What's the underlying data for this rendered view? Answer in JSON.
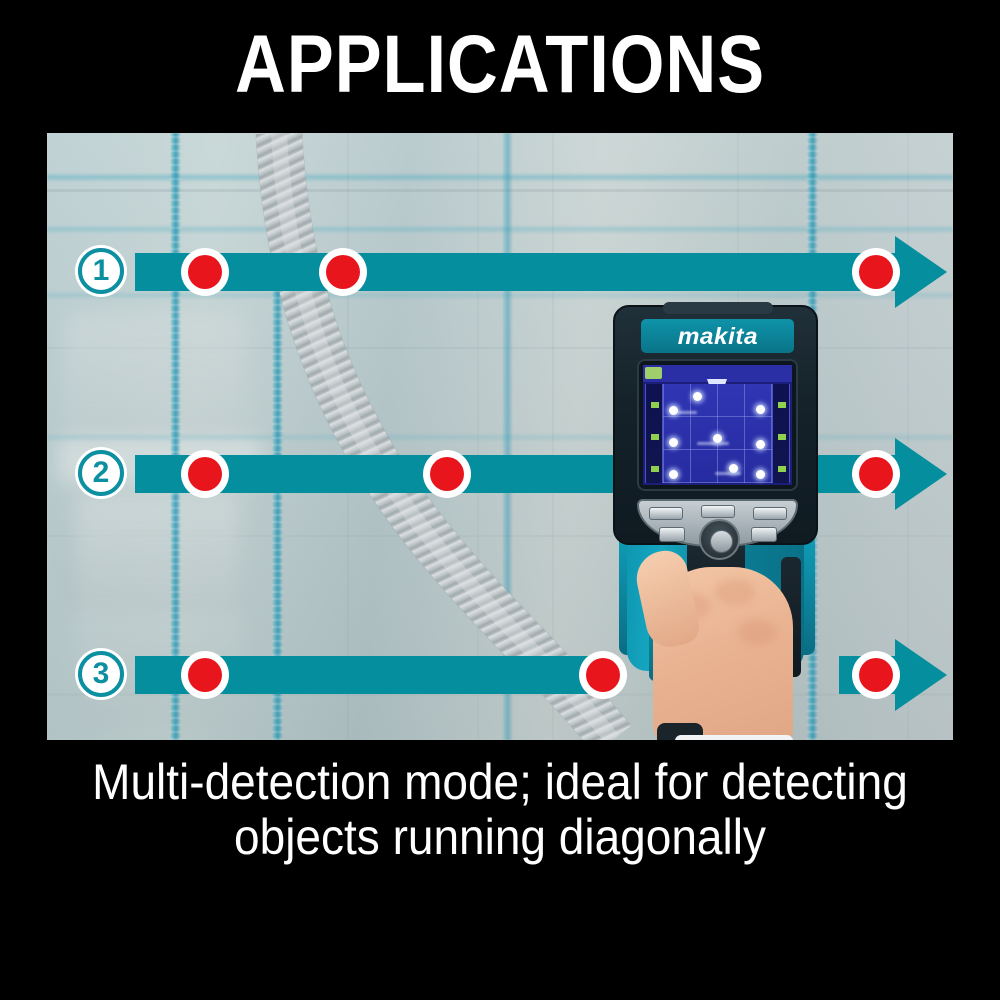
{
  "page": {
    "background_color": "#000000",
    "title": "APPLICATIONS",
    "title_color": "#ffffff"
  },
  "caption": {
    "line1": "Multi-detection mode; ideal for detecting",
    "line2": "objects running diagonally",
    "color": "#ffffff"
  },
  "colors": {
    "teal_accent": "#058e9e",
    "badge_ring": "#0b8fa1",
    "marker_red": "#e8151d",
    "marker_ring": "#ffffff",
    "wall_base": "#bccdd0",
    "rebar_blue": "#2da5c0",
    "lcd_blue": "#2b2fa6",
    "device_teal": "#0d93ad",
    "device_dark": "#15222a"
  },
  "photo": {
    "scene_description": "Concrete wall with rebar, diagonal conduit and a handheld wall scanner",
    "scan_rows": [
      {
        "badge": "1",
        "bar_label": "scan-row-1",
        "markers": 3,
        "has_arrowhead": true
      },
      {
        "badge": "2",
        "bar_label": "scan-row-2",
        "markers": 3,
        "has_arrowhead": true
      },
      {
        "badge": "3",
        "bar_label": "scan-row-3",
        "markers": 3,
        "has_arrowhead": true
      }
    ]
  },
  "device": {
    "brand": "makita",
    "type": "wall-scanner",
    "screen": {
      "mode_indicator": "multi",
      "detections": 9,
      "grid_columns": 4,
      "grid_rows": 3
    },
    "buttons": {
      "top": [
        "button-left",
        "button-center",
        "button-right"
      ],
      "dpad": [
        "up",
        "down",
        "left",
        "right",
        "select"
      ]
    }
  },
  "icons": {
    "arrow_right": "arrow-right-icon",
    "detection_marker": "detection-marker-icon",
    "number_badge": "number-badge-icon"
  }
}
